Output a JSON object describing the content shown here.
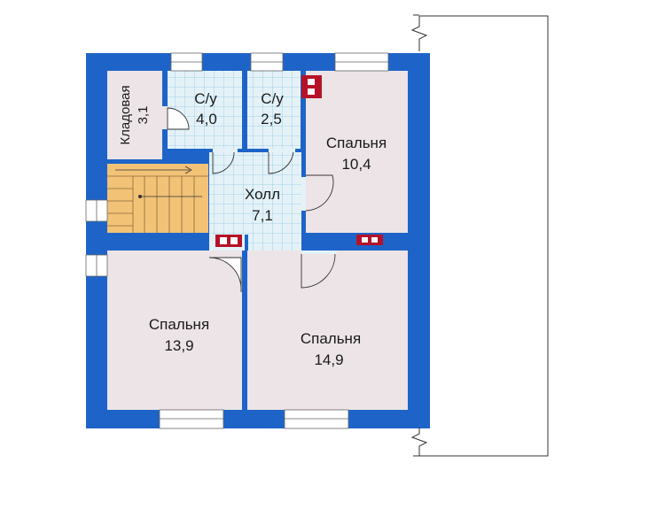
{
  "colors": {
    "wall": "#1e64c8",
    "bedroom_floor": "#ece4e6",
    "tile_floor": "#e4f2f8",
    "tile_grid": "#8fc6e2",
    "stair": "#f2c277",
    "window": "#ffffff",
    "chimney": "#b5122a",
    "outline": "#333333"
  },
  "rooms": {
    "storage": {
      "name": "Кладовая",
      "area": "3,1"
    },
    "bath1": {
      "name": "С/у",
      "area": "4,0"
    },
    "bath2": {
      "name": "С/у",
      "area": "2,5"
    },
    "bedroom_top": {
      "name": "Спальня",
      "area": "10,4"
    },
    "hall": {
      "name": "Холл",
      "area": "7,1"
    },
    "bedroom_left": {
      "name": "Спальня",
      "area": "13,9"
    },
    "bedroom_right": {
      "name": "Спальня",
      "area": "14,9"
    }
  }
}
